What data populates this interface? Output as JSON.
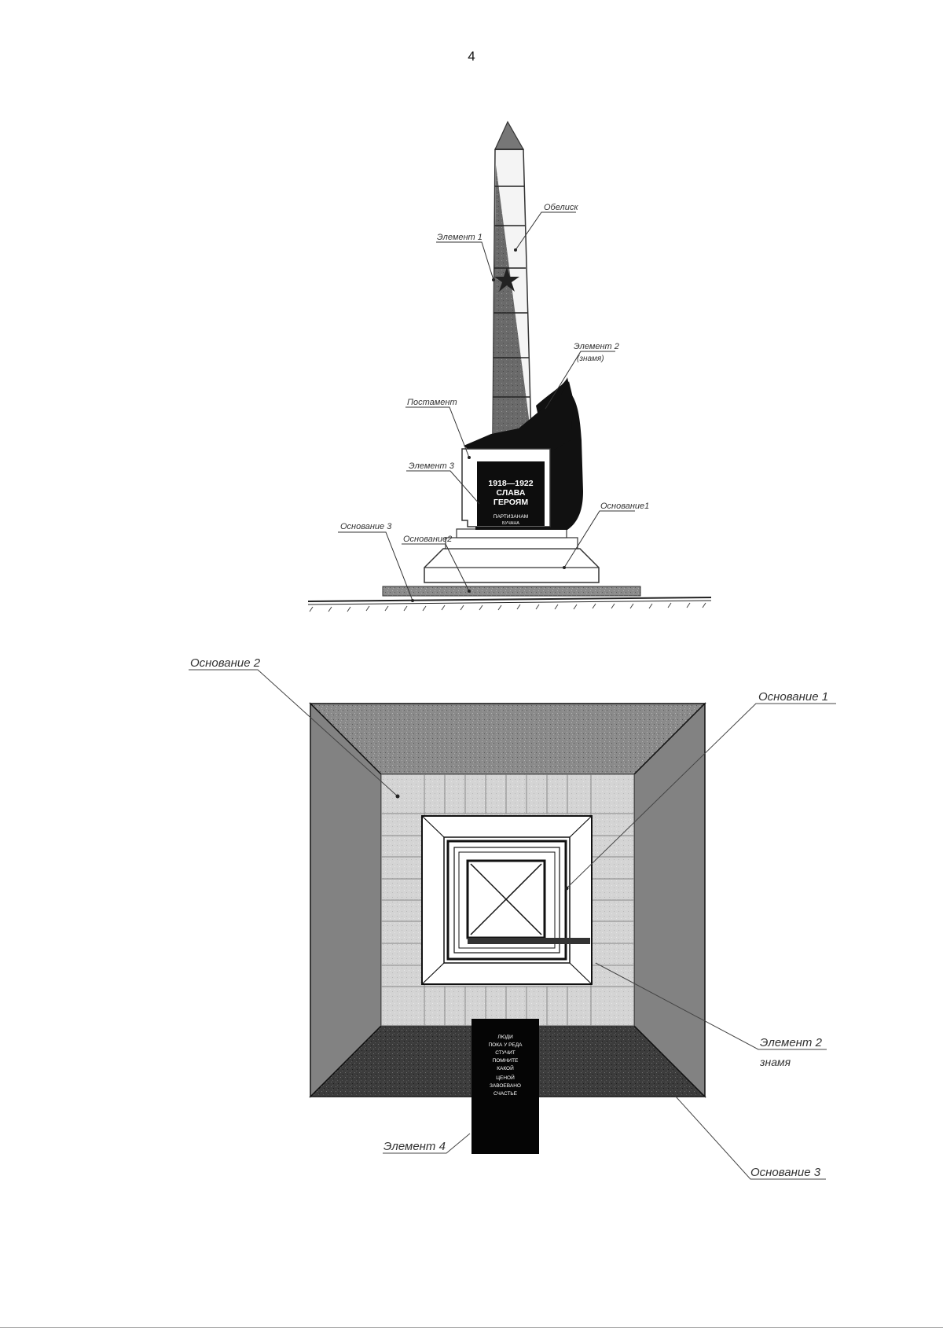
{
  "page": {
    "number": "4"
  },
  "elevation": {
    "labels": {
      "obelisk": "Обелиск",
      "element_1": "Элемент 1",
      "element_2_line1": "Элемент 2",
      "element_2_line2": "(знамя)",
      "pedestal": "Постамент",
      "element_3": "Элемент 3",
      "base_1": "Основание1",
      "base_2": "Основание2",
      "base_3": "Основание 3"
    },
    "plaque": {
      "line1": "1918—1922",
      "line2": "СЛАВА",
      "line3": "ГЕРОЯМ",
      "line4": "ПАРТИЗАНАМ",
      "line5": "БУЧАНА"
    }
  },
  "plan": {
    "labels": {
      "base_2": "Основание 2",
      "base_1": "Основание 1",
      "element_2_line1": "Элемент 2",
      "element_2_line2": "знамя",
      "element_4": "Элемент 4",
      "base_3": "Основание 3"
    },
    "plaque_lines": [
      "ЛЮДИ",
      "ПОКА У РЕДА",
      "СТУЧИТ",
      "ПОМНИТЕ",
      "КАКОЙ",
      "ЦЕНОЙ",
      "ЗАВОЕВАНО",
      "СЧАСТЬЕ"
    ]
  }
}
